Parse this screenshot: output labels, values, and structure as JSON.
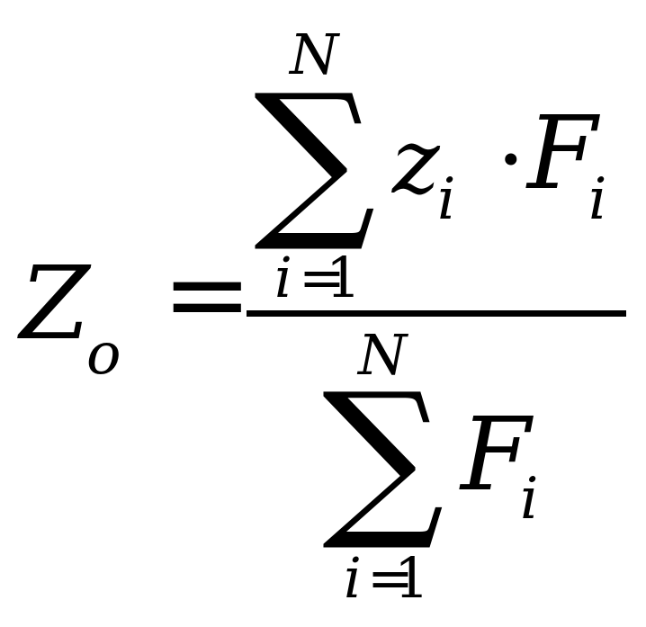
{
  "formula": {
    "lhs": {
      "symbol": "Z",
      "subscript": "o"
    },
    "equals": "=",
    "numerator": {
      "sum_symbol": "∑",
      "upper_limit": "N",
      "lower_index": "i",
      "lower_equals": "=",
      "lower_value": "1",
      "term1": {
        "symbol": "z",
        "subscript": "i"
      },
      "operator": "·",
      "term2": {
        "symbol": "F",
        "subscript": "i"
      }
    },
    "denominator": {
      "sum_symbol": "∑",
      "upper_limit": "N",
      "lower_index": "i",
      "lower_equals": "=",
      "lower_value": "1",
      "term": {
        "symbol": "F",
        "subscript": "i"
      }
    }
  }
}
